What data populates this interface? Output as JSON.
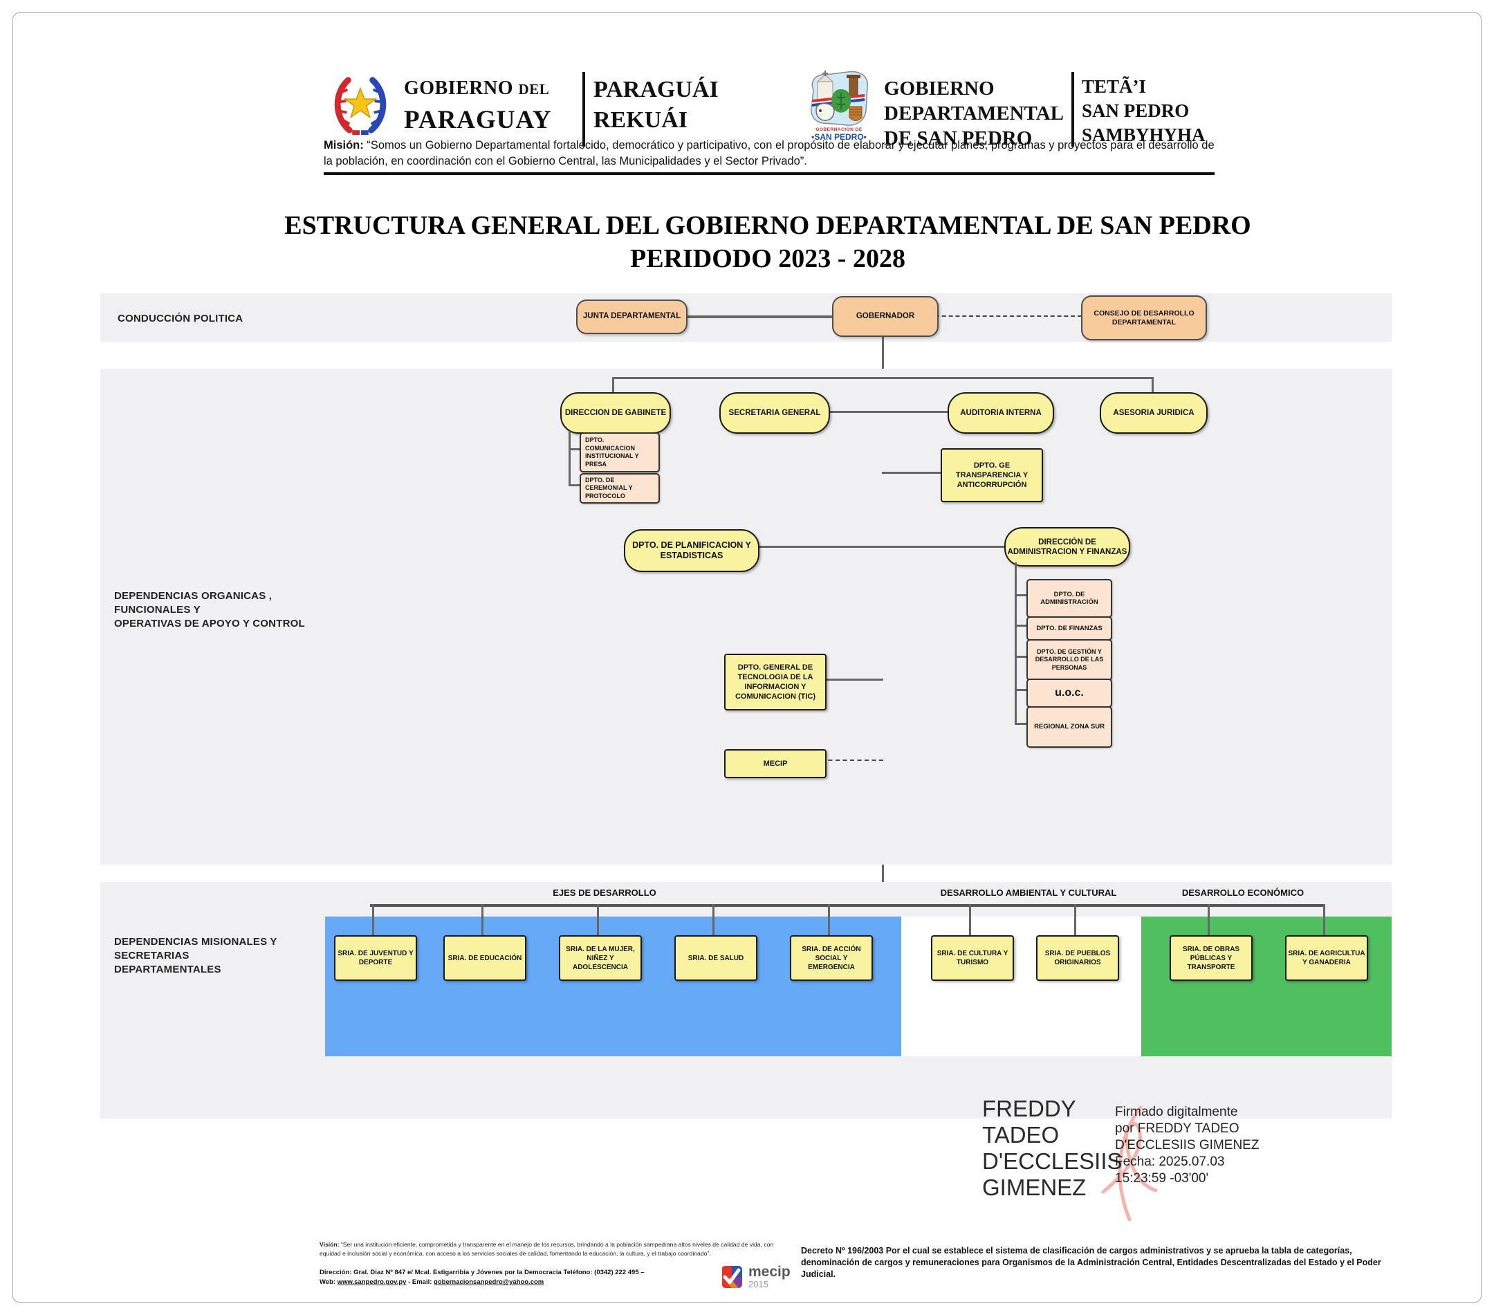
{
  "header": {
    "left_logo": {
      "title_word1": "GOBIERNO",
      "title_word2": "DEL",
      "title_line2": "PARAGUAY",
      "native_line1": "PARAGUÁI",
      "native_line2": "REKUÁI"
    },
    "right_logo": {
      "emblem_caption_line1": "GOBERNACIÓN DE",
      "emblem_caption_line2": "▪SAN PEDRO▪",
      "title_line1": "GOBIERNO",
      "title_line2": "DEPARTAMENTAL",
      "title_line3": "DE SAN PEDRO",
      "native_line1": "TETÃ’I",
      "native_line2": "SAN PEDRO",
      "native_line3": "SAMBYHYHA"
    },
    "mission_label": "Misión:",
    "mission_text": "“Somos un Gobierno Departamental fortalecido, democrático y participativo, con el propósito de elaborar y ejecutar planes, programas y proyectos para el desarrollo de la población, en coordinación con el Gobierno Central, las Municipalidades y el Sector Privado”."
  },
  "title": {
    "line1": "ESTRUCTURA GENERAL DEL GOBIERNO DEPARTAMENTAL DE SAN PEDRO",
    "line2": "PERIDODO 2023 - 2028"
  },
  "band1": {
    "label": "CONDUCCIÓN POLITICA",
    "junta": "JUNTA DEPARTAMENTAL",
    "gobernador": "GOBERNADOR",
    "consejo": "CONSEJO DE DESARROLLO DEPARTAMENTAL"
  },
  "band2": {
    "label_line1": "DEPENDENCIAS ORGANICAS , FUNCIONALES Y",
    "label_line2": "OPERATIVAS  DE APOYO Y CONTROL",
    "gabinete": "DIRECCION DE GABINETE",
    "secretaria": "SECRETARIA GENERAL",
    "auditoria": "AUDITORIA INTERNA",
    "asesoria": "ASESORIA JURIDICA",
    "comunicacion": "DPTO. COMUNICACION INSTITUCIONAL Y PRESA",
    "ceremonial": "DPTO. DE CEREMONIAL Y PROTOCOLO",
    "transparencia": "DPTO. GE TRANSPARENCIA Y ANTICORRUPCIÓN",
    "planificacion": "DPTO. DE PLANIFICACION Y ESTADISTICAS",
    "dir_admin": "DIRECCIÓN DE ADMINISTRACION Y FINANZAS",
    "admin_subs": [
      "DPTO. DE ADMINISTRACIÓN",
      "DPTO. DE FINANZAS",
      "DPTO. DE GESTIÓN Y DESARROLLO DE LAS PERSONAS",
      "u.o.c.",
      "REGIONAL ZONA SUR"
    ],
    "tic": "DPTO. GENERAL DE TECNOLOGIA DE LA INFORMACION Y COMUNICACION (TIC)",
    "mecip": "MECIP"
  },
  "band3": {
    "label_line1": "DEPENDENCIAS MISIONALES Y",
    "label_line2": "SECRETARIAS",
    "label_line3": "DEPARTAMENTALES",
    "group_headers": [
      "EJES DE DESARROLLO",
      "DESARROLLO AMBIENTAL Y CULTURAL",
      "DESARROLLO ECONÓMICO"
    ],
    "secretariats_social": [
      "SRIA. DE JUVENTUD Y DEPORTE",
      "SRIA. DE EDUCACIÓN",
      "SRIA. DE LA MUJER, NIÑEZ Y ADOLESCENCIA",
      "SRIA. DE SALUD",
      "SRIA. DE ACCIÓN SOCIAL Y EMERGENCIA"
    ],
    "secretariats_cultural": [
      "SRIA. DE CULTURA Y TURISMO",
      "SRIA. DE PUEBLOS ORIGINARIOS"
    ],
    "secretariats_economic": [
      "SRIA. DE OBRAS PÚBLICAS Y TRANSPORTE",
      "SRIA. DE AGRICULTUA Y GANADERIA"
    ]
  },
  "signature": {
    "name": "FREDDY TADEO D'ECCLESIIS GIMENEZ",
    "details_lines": [
      "Firmado digitalmente",
      "por FREDDY TADEO",
      "D'ECCLESIIS GIMENEZ",
      "Fecha: 2025.07.03",
      "15:23:59 -03'00'"
    ]
  },
  "footer": {
    "vision_label": "Visión:",
    "vision_text": "“Ser una institución eficiente, comprometida y transparente en el manejo de los recursos, brindando a la población sampedrana altos niveles de calidad de vida, con equidad e inclusión social y económica, con acceso a los servicios sociales de calidad, fomentando la educación, la cultura, y el trabajo coordinado”.",
    "address_line": "Dirección: Gral. Diaz Nº 847 e/ Mcal. Estigarribia y Jóvenes por la Democracia Teléfono: (0342) 222 495 –",
    "web_label": "Web:",
    "web_url": "www.sanpedro.gov.py",
    "email_label": "- Email:",
    "email": "gobernacionsanpedro@yahoo.com",
    "mecip_text": "mecip",
    "mecip_year": "2015",
    "decreto_text": "Decreto Nº 196/2003 Por el cual se establece el sistema de clasificación de cargos administrativos y se aprueba la tabla de categorías, denominación de cargos y remuneraciones para Organismos de la Administración Central, Entidades Descentralizadas del Estado y el Poder Judicial."
  },
  "colors": {
    "band_bg": "#f0f0f2",
    "peach": "#f7cb9c",
    "peach_light": "#fbe5d1",
    "yellow": "#f9f3a1",
    "blue": "#66a9f7",
    "green": "#50bf5f",
    "line": "#666666",
    "signature_pink": "#f2b4ac"
  }
}
